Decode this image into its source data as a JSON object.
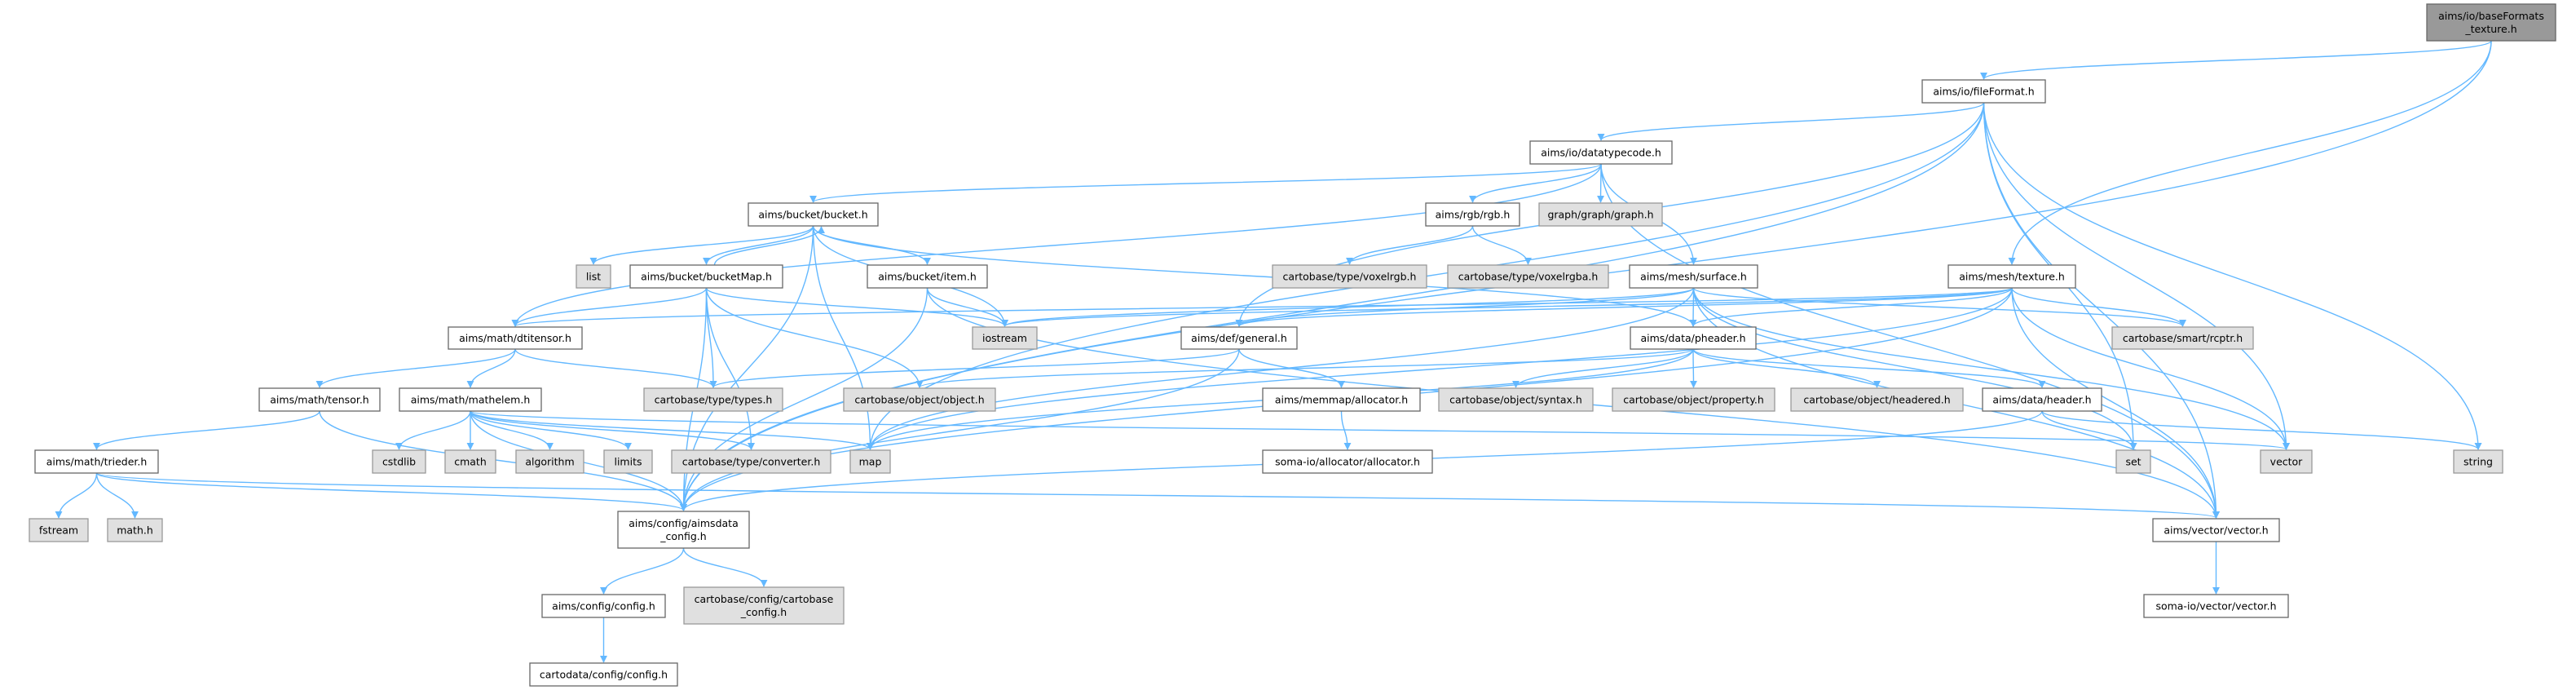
{
  "title": "aims/io/baseFormats_texture.h include dependency graph",
  "colors": {
    "edge": "#63b8ff",
    "root_fill": "#999999",
    "external_fill": "#e0e0e0",
    "internal_fill": "#ffffff"
  },
  "nodes": [
    {
      "id": "root",
      "kind": "root",
      "label": [
        "aims/io/baseFormats",
        "_texture.h"
      ]
    },
    {
      "id": "fileFormat",
      "kind": "internal",
      "label": [
        "aims/io/fileFormat.h"
      ]
    },
    {
      "id": "datatypecode",
      "kind": "internal",
      "label": [
        "aims/io/datatypecode.h"
      ]
    },
    {
      "id": "bucket",
      "kind": "internal",
      "label": [
        "aims/bucket/bucket.h"
      ]
    },
    {
      "id": "rgb",
      "kind": "internal",
      "label": [
        "aims/rgb/rgb.h"
      ]
    },
    {
      "id": "graph",
      "kind": "external",
      "label": [
        "graph/graph/graph.h"
      ]
    },
    {
      "id": "texture",
      "kind": "internal",
      "label": [
        "aims/mesh/texture.h"
      ]
    },
    {
      "id": "list",
      "kind": "external",
      "label": [
        "list"
      ]
    },
    {
      "id": "bucketMap",
      "kind": "internal",
      "label": [
        "aims/bucket/bucketMap.h"
      ]
    },
    {
      "id": "item",
      "kind": "internal",
      "label": [
        "aims/bucket/item.h"
      ]
    },
    {
      "id": "voxelrgb",
      "kind": "external",
      "label": [
        "cartobase/type/voxelrgb.h"
      ]
    },
    {
      "id": "voxelrgba",
      "kind": "external",
      "label": [
        "cartobase/type/voxelrgba.h"
      ]
    },
    {
      "id": "surface",
      "kind": "internal",
      "label": [
        "aims/mesh/surface.h"
      ]
    },
    {
      "id": "dtitensor",
      "kind": "internal",
      "label": [
        "aims/math/dtitensor.h"
      ]
    },
    {
      "id": "iostream",
      "kind": "external",
      "label": [
        "iostream"
      ]
    },
    {
      "id": "general",
      "kind": "internal",
      "label": [
        "aims/def/general.h"
      ]
    },
    {
      "id": "pheader",
      "kind": "internal",
      "label": [
        "aims/data/pheader.h"
      ]
    },
    {
      "id": "rcptr",
      "kind": "external",
      "label": [
        "cartobase/smart/rcptr.h"
      ]
    },
    {
      "id": "tensor",
      "kind": "internal",
      "label": [
        "aims/math/tensor.h"
      ]
    },
    {
      "id": "mathelem",
      "kind": "internal",
      "label": [
        "aims/math/mathelem.h"
      ]
    },
    {
      "id": "types",
      "kind": "external",
      "label": [
        "cartobase/type/types.h"
      ]
    },
    {
      "id": "object",
      "kind": "external",
      "label": [
        "cartobase/object/object.h"
      ]
    },
    {
      "id": "allocator",
      "kind": "internal",
      "label": [
        "aims/memmap/allocator.h"
      ]
    },
    {
      "id": "syntax",
      "kind": "external",
      "label": [
        "cartobase/object/syntax.h"
      ]
    },
    {
      "id": "property",
      "kind": "external",
      "label": [
        "cartobase/object/property.h"
      ]
    },
    {
      "id": "headered",
      "kind": "external",
      "label": [
        "cartobase/object/headered.h"
      ]
    },
    {
      "id": "header",
      "kind": "internal",
      "label": [
        "aims/data/header.h"
      ]
    },
    {
      "id": "trieder",
      "kind": "internal",
      "label": [
        "aims/math/trieder.h"
      ]
    },
    {
      "id": "cstdlib",
      "kind": "external",
      "label": [
        "cstdlib"
      ]
    },
    {
      "id": "cmath",
      "kind": "external",
      "label": [
        "cmath"
      ]
    },
    {
      "id": "algorithm",
      "kind": "external",
      "label": [
        "algorithm"
      ]
    },
    {
      "id": "limits",
      "kind": "external",
      "label": [
        "limits"
      ]
    },
    {
      "id": "converter",
      "kind": "external",
      "label": [
        "cartobase/type/converter.h"
      ]
    },
    {
      "id": "map",
      "kind": "external",
      "label": [
        "map"
      ]
    },
    {
      "id": "somaalloc",
      "kind": "internal",
      "label": [
        "soma-io/allocator/allocator.h"
      ]
    },
    {
      "id": "set",
      "kind": "external",
      "label": [
        "set"
      ]
    },
    {
      "id": "vector",
      "kind": "external",
      "label": [
        "vector"
      ]
    },
    {
      "id": "string",
      "kind": "external",
      "label": [
        "string"
      ]
    },
    {
      "id": "fstream",
      "kind": "external",
      "label": [
        "fstream"
      ]
    },
    {
      "id": "mathh",
      "kind": "external",
      "label": [
        "math.h"
      ]
    },
    {
      "id": "aimsdataconfig",
      "kind": "internal",
      "label": [
        "aims/config/aimsdata",
        "_config.h"
      ]
    },
    {
      "id": "aimsvector",
      "kind": "internal",
      "label": [
        "aims/vector/vector.h"
      ]
    },
    {
      "id": "aimsconfig",
      "kind": "internal",
      "label": [
        "aims/config/config.h"
      ]
    },
    {
      "id": "cartobaseconfig",
      "kind": "external",
      "label": [
        "cartobase/config/cartobase",
        "_config.h"
      ]
    },
    {
      "id": "somavector",
      "kind": "internal",
      "label": [
        "soma-io/vector/vector.h"
      ]
    },
    {
      "id": "cartodataconfig",
      "kind": "internal",
      "label": [
        "cartodata/config/config.h"
      ]
    }
  ],
  "edges": [
    [
      "root",
      "fileFormat"
    ],
    [
      "root",
      "texture"
    ],
    [
      "root",
      "aimsdataconfig"
    ],
    [
      "fileFormat",
      "datatypecode"
    ],
    [
      "fileFormat",
      "general"
    ],
    [
      "fileFormat",
      "aimsdataconfig"
    ],
    [
      "fileFormat",
      "map"
    ],
    [
      "fileFormat",
      "set"
    ],
    [
      "fileFormat",
      "vector"
    ],
    [
      "fileFormat",
      "string"
    ],
    [
      "fileFormat",
      "aimsvector"
    ],
    [
      "datatypecode",
      "bucket"
    ],
    [
      "datatypecode",
      "rgb"
    ],
    [
      "datatypecode",
      "graph"
    ],
    [
      "datatypecode",
      "surface"
    ],
    [
      "datatypecode",
      "dtitensor"
    ],
    [
      "datatypecode",
      "aimsvector"
    ],
    [
      "bucket",
      "list"
    ],
    [
      "bucket",
      "bucketMap"
    ],
    [
      "bucket",
      "item"
    ],
    [
      "bucket",
      "iostream"
    ],
    [
      "bucket",
      "map"
    ],
    [
      "bucket",
      "pheader"
    ],
    [
      "bucket",
      "aimsdataconfig"
    ],
    [
      "bucketMap",
      "bucket"
    ],
    [
      "bucketMap",
      "dtitensor"
    ],
    [
      "bucketMap",
      "iostream"
    ],
    [
      "bucketMap",
      "types"
    ],
    [
      "bucketMap",
      "converter"
    ],
    [
      "bucketMap",
      "object"
    ],
    [
      "bucketMap",
      "aimsdataconfig"
    ],
    [
      "item",
      "iostream"
    ],
    [
      "item",
      "aimsdataconfig"
    ],
    [
      "item",
      "aimsvector"
    ],
    [
      "rgb",
      "voxelrgb"
    ],
    [
      "rgb",
      "voxelrgba"
    ],
    [
      "surface",
      "pheader"
    ],
    [
      "surface",
      "general"
    ],
    [
      "surface",
      "iostream"
    ],
    [
      "surface",
      "aimsvector"
    ],
    [
      "surface",
      "vector"
    ],
    [
      "surface",
      "set"
    ],
    [
      "surface",
      "rcptr"
    ],
    [
      "surface",
      "map"
    ],
    [
      "texture",
      "pheader"
    ],
    [
      "texture",
      "general"
    ],
    [
      "texture",
      "iostream"
    ],
    [
      "texture",
      "rcptr"
    ],
    [
      "texture",
      "vector"
    ],
    [
      "texture",
      "aimsdataconfig"
    ],
    [
      "texture",
      "aimsvector"
    ],
    [
      "texture",
      "map"
    ],
    [
      "texture",
      "dtitensor"
    ],
    [
      "dtitensor",
      "tensor"
    ],
    [
      "dtitensor",
      "mathelem"
    ],
    [
      "dtitensor",
      "types"
    ],
    [
      "tensor",
      "trieder"
    ],
    [
      "tensor",
      "aimsdataconfig"
    ],
    [
      "mathelem",
      "cstdlib"
    ],
    [
      "mathelem",
      "cmath"
    ],
    [
      "mathelem",
      "algorithm"
    ],
    [
      "mathelem",
      "limits"
    ],
    [
      "mathelem",
      "converter"
    ],
    [
      "mathelem",
      "map"
    ],
    [
      "mathelem",
      "aimsdataconfig"
    ],
    [
      "mathelem",
      "vector"
    ],
    [
      "trieder",
      "fstream"
    ],
    [
      "trieder",
      "mathh"
    ],
    [
      "trieder",
      "aimsdataconfig"
    ],
    [
      "trieder",
      "aimsvector"
    ],
    [
      "general",
      "types"
    ],
    [
      "general",
      "allocator"
    ],
    [
      "general",
      "aimsdataconfig"
    ],
    [
      "allocator",
      "somaalloc"
    ],
    [
      "pheader",
      "object"
    ],
    [
      "pheader",
      "syntax"
    ],
    [
      "pheader",
      "property"
    ],
    [
      "pheader",
      "headered"
    ],
    [
      "pheader",
      "header"
    ],
    [
      "pheader",
      "map"
    ],
    [
      "header",
      "set"
    ],
    [
      "header",
      "string"
    ],
    [
      "header",
      "aimsdataconfig"
    ],
    [
      "aimsdataconfig",
      "aimsconfig"
    ],
    [
      "aimsdataconfig",
      "cartobaseconfig"
    ],
    [
      "aimsconfig",
      "cartodataconfig"
    ],
    [
      "aimsvector",
      "somavector"
    ]
  ]
}
